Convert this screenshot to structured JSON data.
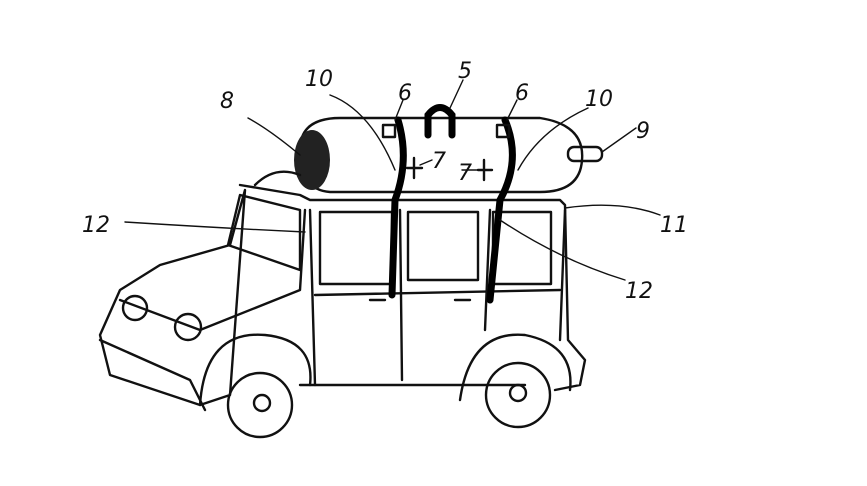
{
  "figure": {
    "labels": {
      "bag_end_8": "8",
      "strap_10_left": "10",
      "handle_5": "5",
      "loop_6_left": "6",
      "loop_6_right": "6",
      "strap_10_right": "10",
      "valve_9": "9",
      "buckle_7_left": "7",
      "buckle_7_right": "7",
      "door_gap_12_left": "12",
      "roof_11": "11",
      "door_gap_12_right": "12"
    },
    "colors": {
      "ink": "#111111",
      "background": "#ffffff"
    }
  }
}
